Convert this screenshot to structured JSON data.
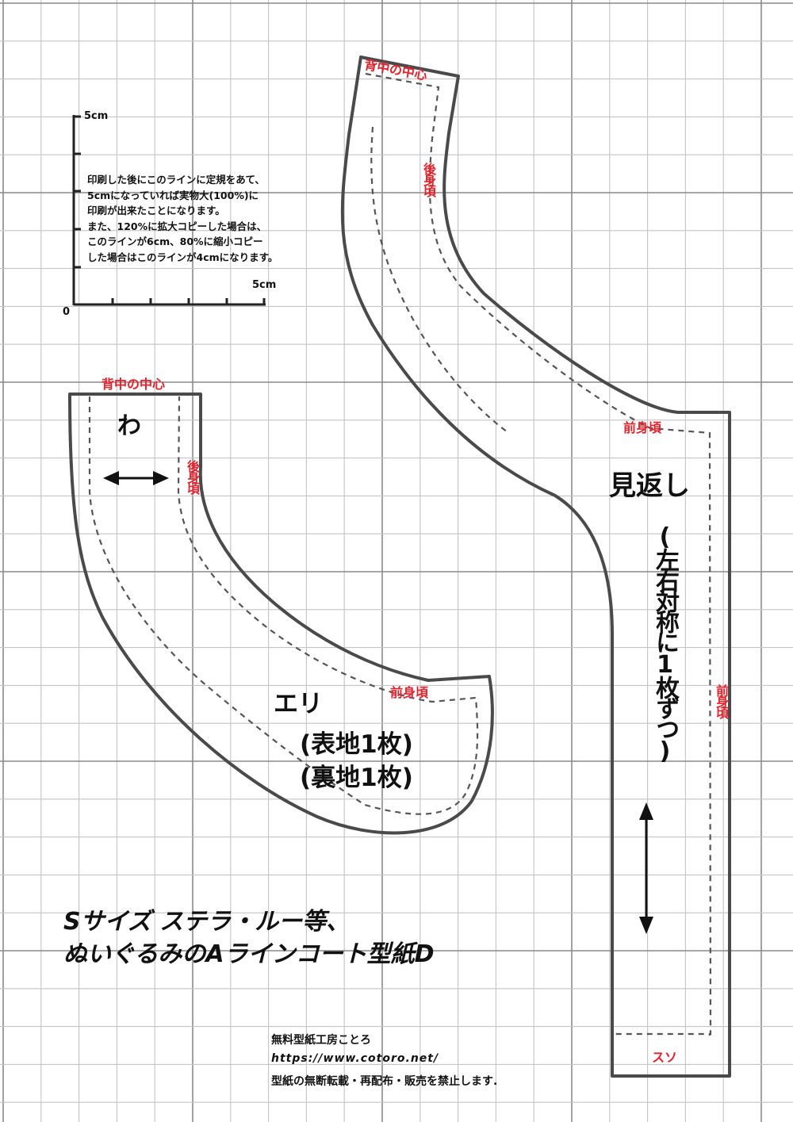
{
  "colors": {
    "grid_minor": "#c4c4c4",
    "grid_major": "#8a8a8a",
    "outline": "#4a4a4a",
    "seam": "#555555",
    "label_red": "#e8212a",
    "text": "#111111"
  },
  "ruler": {
    "label_top": "5cm",
    "label_right": "5cm",
    "label_origin": "0",
    "instructions": [
      "印刷した後にこのラインに定規をあて、",
      "5cmになっていれば実物大(100%)に",
      "印刷が出来たことになります。",
      "また、120%に拡大コピーした場合は、",
      "このラインが6cm、80%に縮小コピー",
      "した場合はこのラインが4cmになります。"
    ]
  },
  "collar": {
    "label_back_center": "背中の中心",
    "fold_mark": "わ",
    "label_back_body": "後身頃",
    "label_front_body": "前身頃",
    "name": "エリ",
    "count_outer": "(表地1枚)",
    "count_lining": "(裏地1枚)",
    "grain_icon": "horizontal-double-arrow-icon"
  },
  "facing": {
    "label_back_center": "背中の中心",
    "label_back_body": "後身頃",
    "label_front_body_top": "前身頃",
    "label_front_body_side": "前身頃",
    "name": "見返し",
    "count_note": "(左右対称に1枚ずつ)",
    "label_hem": "スソ",
    "grain_icon": "vertical-double-arrow-icon"
  },
  "title": {
    "line1": "Sサイズ ステラ・ルー等、",
    "line2": "ぬいぐるみのAラインコート型紙D"
  },
  "footer": {
    "brand": "無料型紙工房ことろ",
    "url": "https://www.cotoro.net/",
    "notice": "型紙の無断転載・再配布・販売を禁止します."
  }
}
